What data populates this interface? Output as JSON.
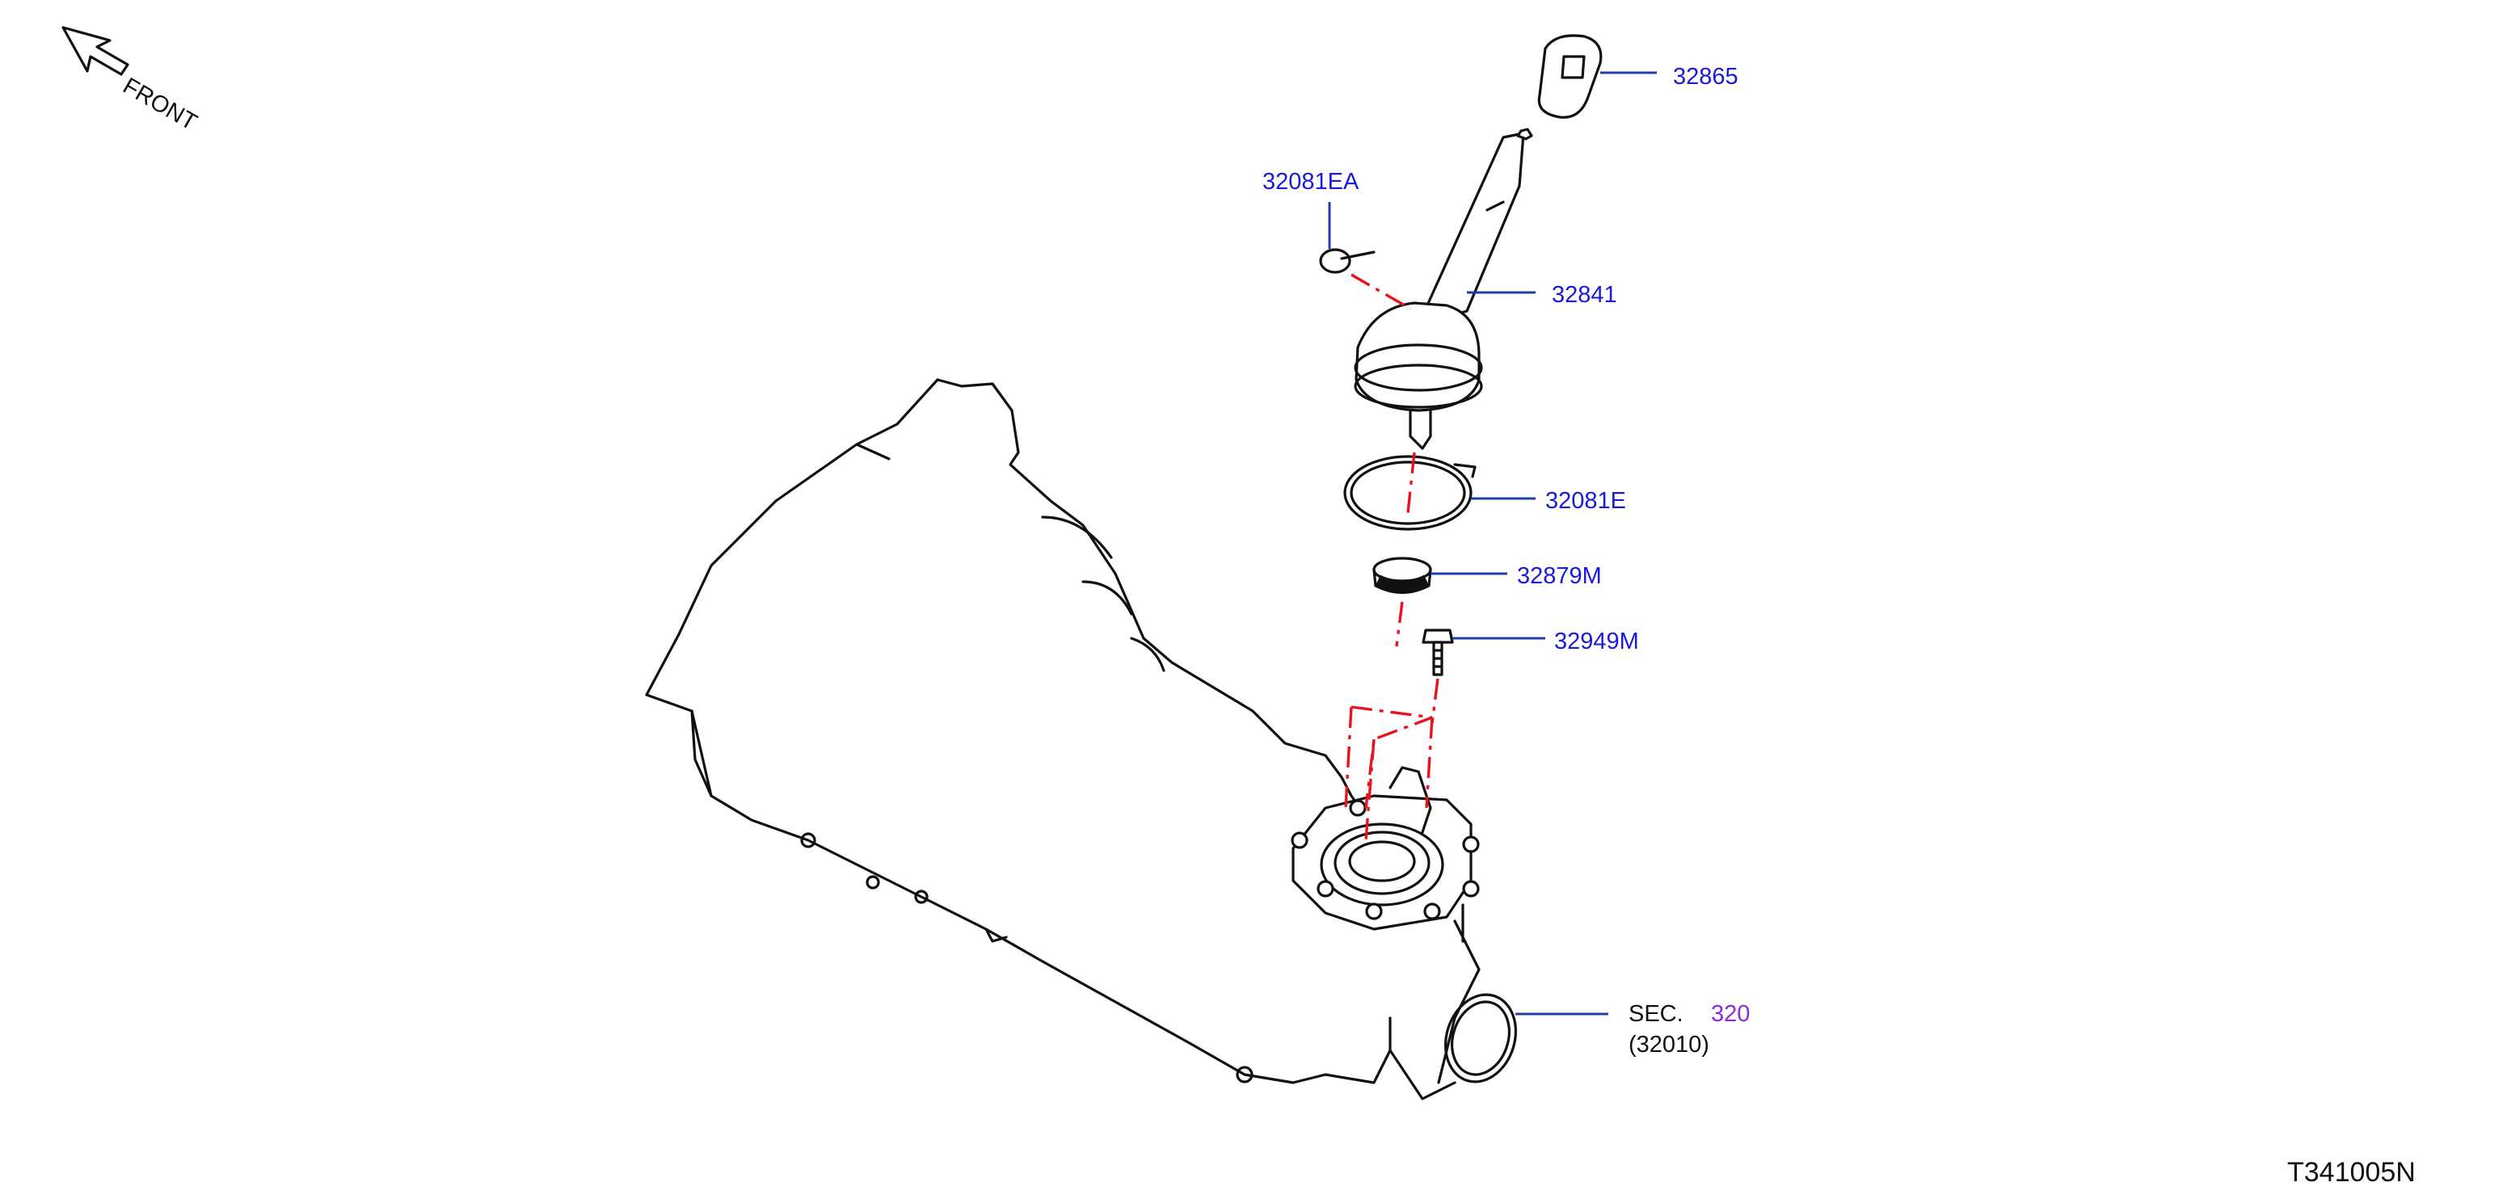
{
  "front_indicator": {
    "label": "FRONT"
  },
  "callouts": [
    {
      "part_number": "32865"
    },
    {
      "part_number": "32081EA"
    },
    {
      "part_number": "32841"
    },
    {
      "part_number": "32081E"
    },
    {
      "part_number": "32879M"
    },
    {
      "part_number": "32949M"
    }
  ],
  "section_ref": {
    "prefix": "SEC.",
    "number": "320",
    "sub": "(32010)"
  },
  "diagram_id": "T341005N",
  "colors": {
    "callout_text": "#1a1adc",
    "leader_line": "#1f3fa8",
    "alignment_line": "#e8141c",
    "section_link": "#8a2be2"
  }
}
